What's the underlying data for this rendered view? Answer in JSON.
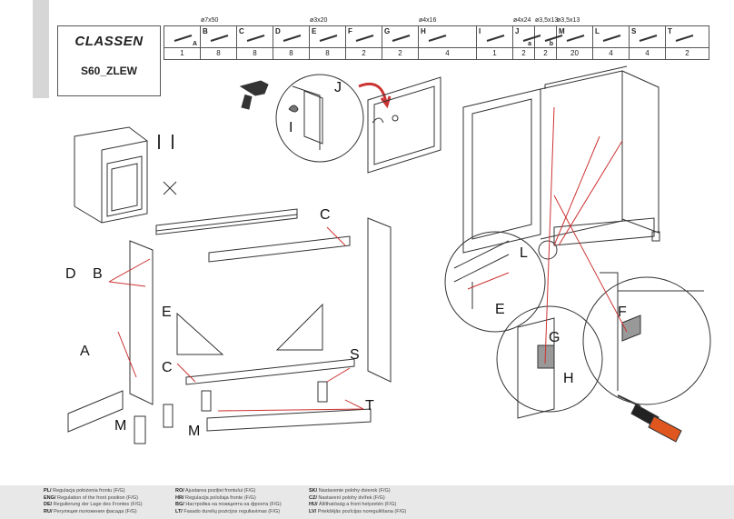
{
  "brand": "CLASSEN",
  "model": "S60_ZLEW",
  "parts": [
    {
      "letter": "",
      "sub": "A",
      "dim": "",
      "qty": "1",
      "icon": "allen-key-icon"
    },
    {
      "letter": "B",
      "sub": "",
      "dim": "ø7x50",
      "qty": "8",
      "icon": "bolt-icon"
    },
    {
      "letter": "C",
      "sub": "",
      "dim": "",
      "qty": "8",
      "icon": "dowel-icon"
    },
    {
      "letter": "D",
      "sub": "",
      "dim": "",
      "qty": "8",
      "icon": "cap-icon"
    },
    {
      "letter": "E",
      "sub": "",
      "dim": "ø3x20",
      "qty": "8",
      "icon": "screw-icon"
    },
    {
      "letter": "F",
      "sub": "",
      "dim": "",
      "qty": "2",
      "icon": "hinge-icon"
    },
    {
      "letter": "G",
      "sub": "",
      "dim": "",
      "qty": "2",
      "icon": "hinge-plate-icon"
    },
    {
      "letter": "H",
      "sub": "",
      "dim": "ø4x16",
      "qty": "4",
      "icon": "screw-icon"
    },
    {
      "letter": "I",
      "sub": "",
      "dim": "",
      "qty": "1",
      "icon": "handle-icon"
    },
    {
      "letter": "J",
      "sub": "a",
      "dim": "ø4x24",
      "qty": "2",
      "icon": "screw-icon"
    },
    {
      "letter": "",
      "sub": "b",
      "dim": "ø3,5x13",
      "qty": "2",
      "icon": "screw-icon"
    },
    {
      "letter": "M",
      "sub": "",
      "dim": "ø3,5x13",
      "qty": "20",
      "icon": "screw-icon"
    },
    {
      "letter": "L",
      "sub": "",
      "dim": "",
      "qty": "4",
      "icon": "ring-icon"
    },
    {
      "letter": "S",
      "sub": "",
      "dim": "",
      "qty": "4",
      "icon": "leg-icon"
    },
    {
      "letter": "T",
      "sub": "",
      "dim": "",
      "qty": "2",
      "icon": "clip-icon"
    }
  ],
  "labels": {
    "J": "J",
    "I": "I",
    "C1": "C",
    "D": "D",
    "B": "B",
    "A": "A",
    "E1": "E",
    "C2": "C",
    "M1": "M",
    "M2": "M",
    "S": "S",
    "T": "T",
    "L": "L",
    "E2": "E",
    "G": "G",
    "H": "H",
    "F": "F"
  },
  "footer": [
    [
      {
        "code": "PL/",
        "text": "Regulacja położenia frontu (F/G)"
      },
      {
        "code": "ENG/",
        "text": "Regulation of the front position (F/G)"
      },
      {
        "code": "DE/",
        "text": "Regulierung der Lage des Frontes (F/G)"
      },
      {
        "code": "RU/",
        "text": "Регуляция положения фасада (F/G)"
      }
    ],
    [
      {
        "code": "RO/",
        "text": "Ajustarea poziției frontului (F/G)"
      },
      {
        "code": "HR/",
        "text": "Regulacija položaja fronte (F/G)"
      },
      {
        "code": "BG/",
        "text": "Настройка на позицията на фронта (F/G)"
      },
      {
        "code": "LT/",
        "text": "Fasado durelių pozicijos reguliavimas (F/G)"
      }
    ],
    [
      {
        "code": "SK/",
        "text": "Nastavenie polohy dvierok (F/G)"
      },
      {
        "code": "CZ/",
        "text": "Nastavení polohy dvířek (F/G)"
      },
      {
        "code": "HU/",
        "text": "Állíthatóság a front helyzetén (F/G)"
      },
      {
        "code": "LV/",
        "text": "Priekšējās pozīcijas noregulēšana (F/G)"
      }
    ]
  ]
}
